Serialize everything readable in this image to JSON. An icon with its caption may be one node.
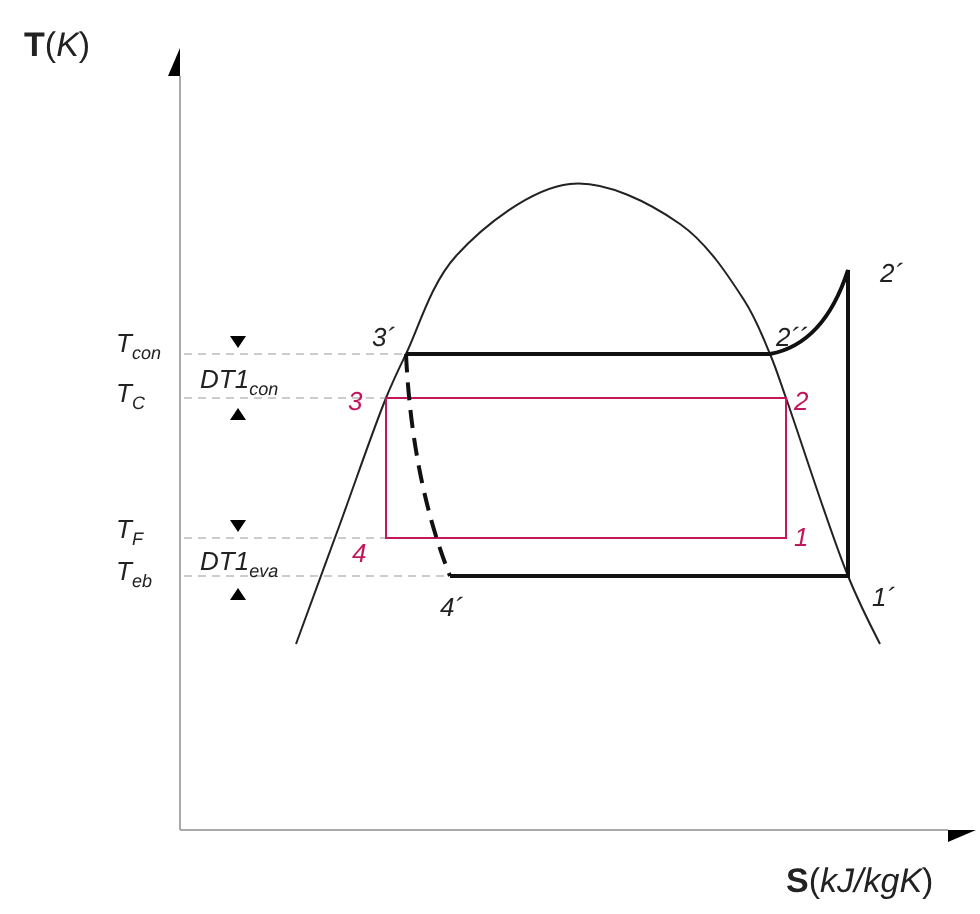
{
  "diagram": {
    "labels": [
      "**T**(*K*)",
      "2´",
      "3´",
      "2´´",
      "T$_{con}$",
      "DT1$_{con}$",
      "T$_{C}$",
      "3",
      "2",
      "T$_{F}$",
      "4",
      "1",
      "T$_{eb}$",
      "DT1$_{eva}$",
      "4´",
      "1´",
      "**S**(*kJ/kgK*)"
    ]
  }
}
